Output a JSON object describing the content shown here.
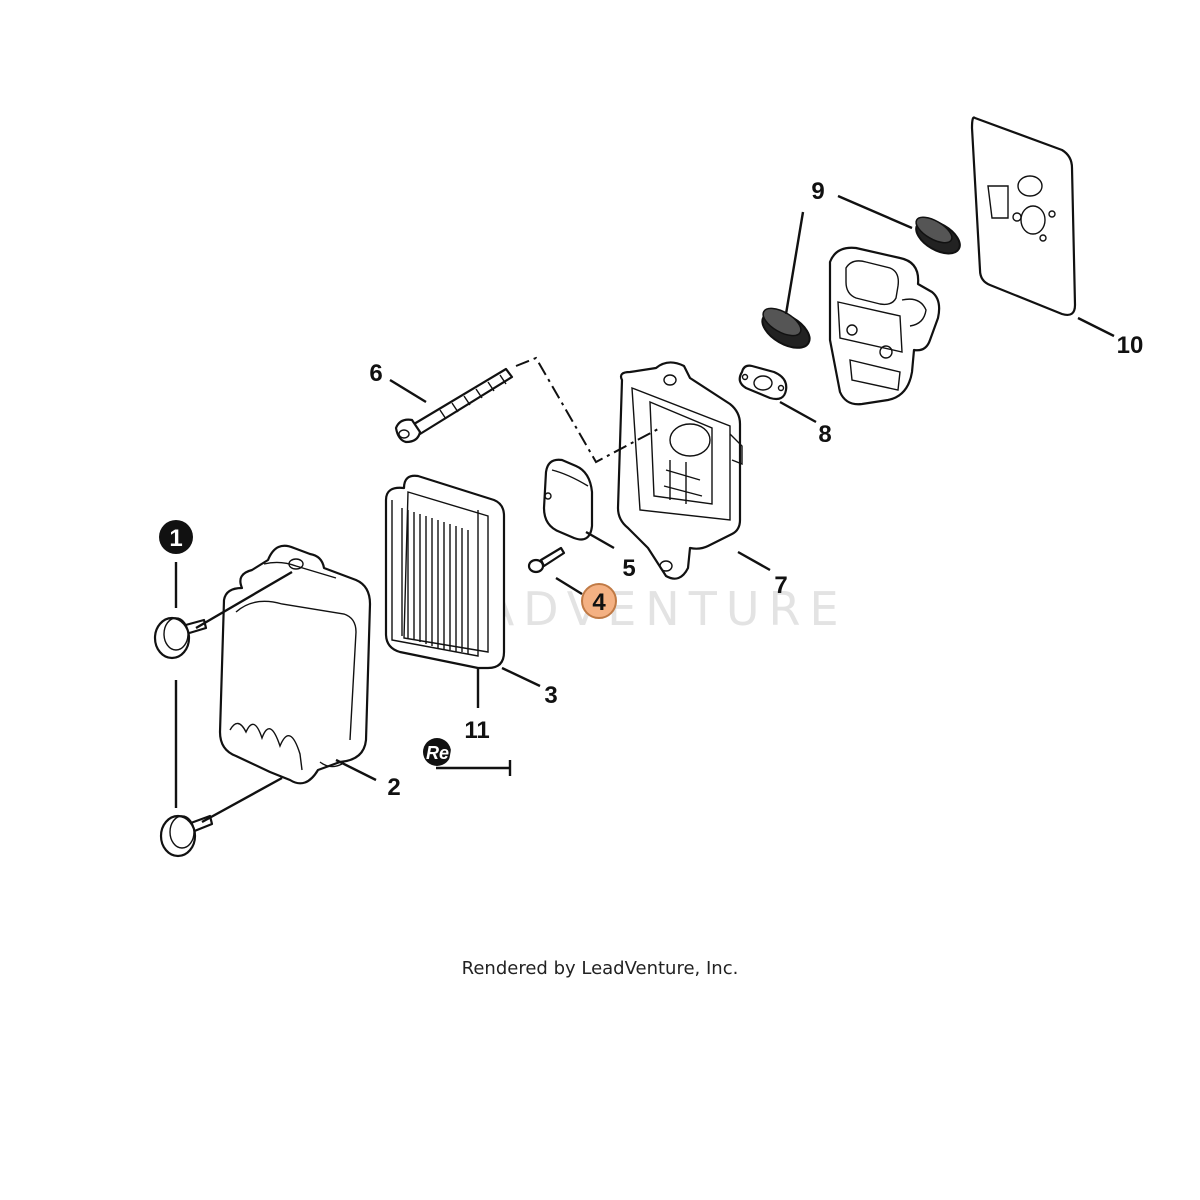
{
  "callouts": [
    {
      "id": "c1",
      "label": "1",
      "style": "filled-black"
    },
    {
      "id": "c2",
      "label": "2",
      "style": "plain"
    },
    {
      "id": "c3",
      "label": "3",
      "style": "plain"
    },
    {
      "id": "c4",
      "label": "4",
      "style": "highlighted"
    },
    {
      "id": "c5",
      "label": "5",
      "style": "plain"
    },
    {
      "id": "c6",
      "label": "6",
      "style": "plain"
    },
    {
      "id": "c7",
      "label": "7",
      "style": "plain"
    },
    {
      "id": "c8",
      "label": "8",
      "style": "plain"
    },
    {
      "id": "c9",
      "label": "9",
      "style": "plain"
    },
    {
      "id": "c10",
      "label": "10",
      "style": "plain"
    },
    {
      "id": "c11",
      "label": "11",
      "style": "plain"
    }
  ],
  "watermark": "LEADVENTURE",
  "repower_logo": "RePower",
  "footer": "Rendered by LeadVenture, Inc.",
  "colors": {
    "highlight_fill": "#f4b183",
    "highlight_stroke": "#c07a45",
    "line": "#111111",
    "watermark": "#e3e3e3"
  }
}
